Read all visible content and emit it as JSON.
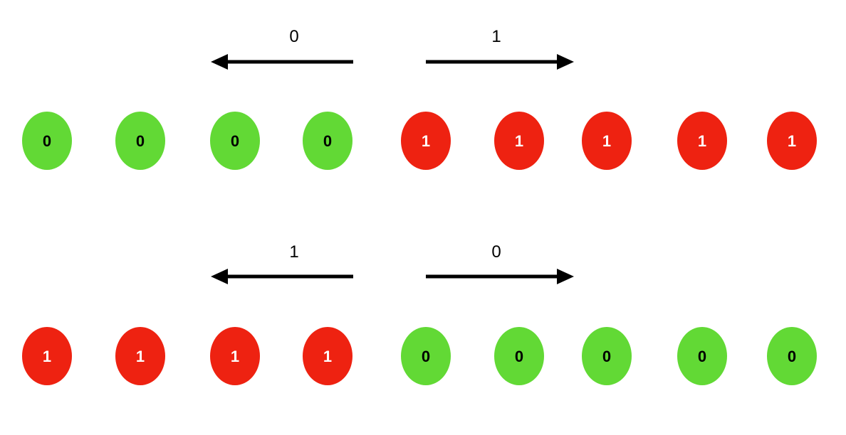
{
  "colors": {
    "zero": "#62d935",
    "one": "#ee2211",
    "zero_text": "#000000",
    "one_text": "#ffffff",
    "arrow": "#000000"
  },
  "rows": [
    {
      "left_arrow_label": "0",
      "right_arrow_label": "1",
      "nodes": [
        "0",
        "0",
        "0",
        "0",
        "1",
        "1",
        "1",
        "1",
        "1"
      ]
    },
    {
      "left_arrow_label": "1",
      "right_arrow_label": "0",
      "nodes": [
        "1",
        "1",
        "1",
        "1",
        "0",
        "0",
        "0",
        "0",
        "0"
      ]
    }
  ]
}
